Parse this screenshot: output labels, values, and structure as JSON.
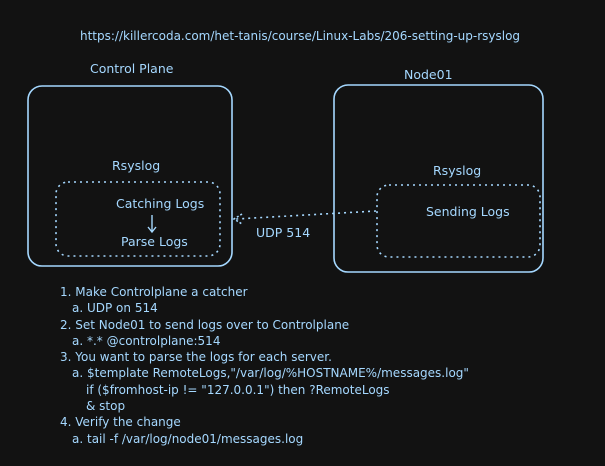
{
  "url": "https://killercoda.com/het-tanis/course/Linux-Labs/206-setting-up-rsyslog",
  "control_plane": {
    "label": "Control Plane",
    "service": "Rsyslog",
    "catching": "Catching Logs",
    "parse": "Parse Logs"
  },
  "node01": {
    "label": "Node01",
    "service": "Rsyslog",
    "sending": "Sending Logs"
  },
  "connection": {
    "label": "UDP 514"
  },
  "steps": [
    "1. Make Controlplane a catcher",
    "a. UDP on 514",
    "2. Set Node01 to send logs over to Controlplane",
    "a. *.* @controlplane:514",
    "3. You want to parse the logs for each server.",
    "a. $template RemoteLogs,\"/var/log/%HOSTNAME%/messages.log\"",
    "if ($fromhost-ip != \"127.0.0.1\") then ?RemoteLogs",
    "& stop",
    "4. Verify the change",
    "a. tail -f /var/log/node01/messages.log"
  ],
  "colors": {
    "background": "#121212",
    "stroke": "#a5d8ff"
  }
}
